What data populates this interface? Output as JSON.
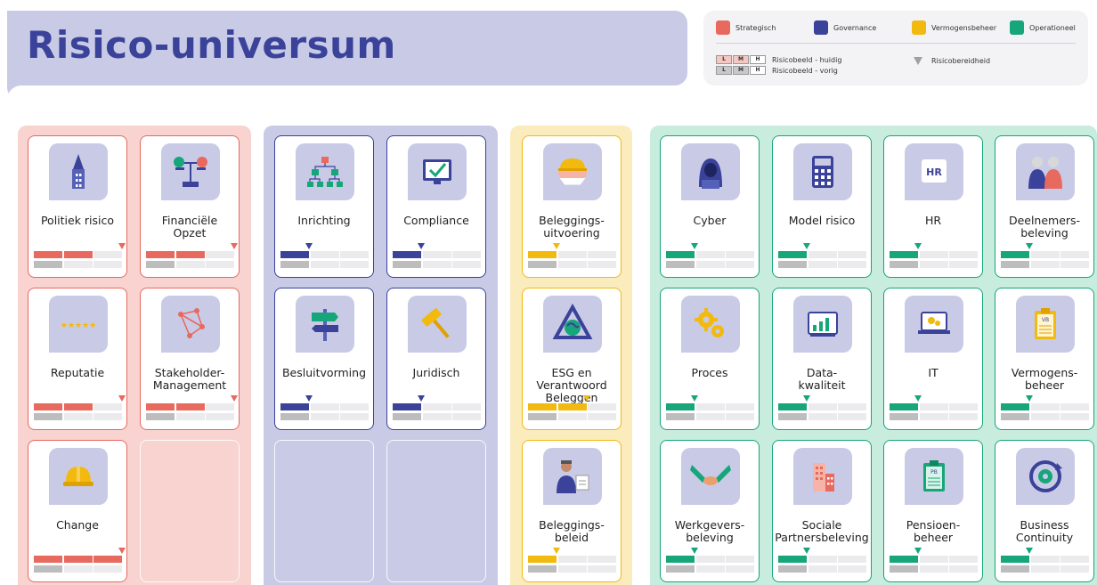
{
  "header": {
    "title": "Risico-universum"
  },
  "legend": {
    "categories": [
      {
        "label": "Strategisch",
        "color": "#e8695e"
      },
      {
        "label": "Governance",
        "color": "#3a429a"
      },
      {
        "label": "Vermogensbeheer",
        "color": "#f2b90f"
      },
      {
        "label": "Operationeel",
        "color": "#17a57a"
      }
    ],
    "levels": [
      "L",
      "M",
      "H"
    ],
    "current_label": "Risicobeeld - huidig",
    "previous_label": "Risicobeeld - vorig",
    "appetite_label": "Risicobereidheid"
  },
  "groups": [
    {
      "key": "strategisch",
      "color": "#e8695e",
      "bg": "#f8d3d0",
      "border": "#e8695e",
      "cards": [
        {
          "label": "Politiek risico",
          "icon": "church-tower-icon",
          "current": 2,
          "previous": 1,
          "appetite": 3
        },
        {
          "label": "Financiële\nOpzet",
          "icon": "balance-scale-icon",
          "current": 2,
          "previous": 1,
          "appetite": 3
        },
        {
          "label": "Reputatie",
          "icon": "five-stars-icon",
          "current": 2,
          "previous": 1,
          "appetite": 3
        },
        {
          "label": "Stakeholder-\nManagement",
          "icon": "network-nodes-icon",
          "current": 2,
          "previous": 1,
          "appetite": 3
        },
        {
          "label": "Change",
          "icon": "hard-hat-icon",
          "current": 3,
          "previous": 1,
          "appetite": 3
        }
      ]
    },
    {
      "key": "governance",
      "color": "#3a429a",
      "bg": "#c9cbe6",
      "border": "#3a429a",
      "cards": [
        {
          "label": "Inrichting",
          "icon": "org-chart-icon",
          "current": 1,
          "previous": 1,
          "appetite": 1
        },
        {
          "label": "Compliance",
          "icon": "checkmark-monitor-icon",
          "current": 1,
          "previous": 1,
          "appetite": 1
        },
        {
          "label": "Besluitvorming",
          "icon": "signpost-icon",
          "current": 1,
          "previous": 1,
          "appetite": 1
        },
        {
          "label": "Juridisch",
          "icon": "gavel-icon",
          "current": 1,
          "previous": 1,
          "appetite": 1
        }
      ]
    },
    {
      "key": "vermogensbeheer",
      "color": "#f2b90f",
      "bg": "#fbecbd",
      "border": "#f2b90f",
      "cards": [
        {
          "label": "Beleggings-\nuitvoering",
          "icon": "piggy-bank-icon",
          "current": 1,
          "previous": 1,
          "appetite": 1
        },
        {
          "label": "ESG en\nVerantwoord\nBeleggen",
          "icon": "recycle-globe-icon",
          "current": 2,
          "previous": 1,
          "appetite": 2
        },
        {
          "label": "Beleggings-\nbeleid",
          "icon": "presenter-person-icon",
          "current": 1,
          "previous": 1,
          "appetite": 1
        }
      ]
    },
    {
      "key": "operationeel",
      "color": "#17a57a",
      "bg": "#c8ecdd",
      "border": "#17a57a",
      "cards": [
        {
          "label": "Cyber",
          "icon": "hooded-hacker-icon",
          "current": 1,
          "previous": 1,
          "appetite": 1
        },
        {
          "label": "Model risico",
          "icon": "calculator-icon",
          "current": 1,
          "previous": 1,
          "appetite": 1
        },
        {
          "label": "HR",
          "icon": "hr-badge-icon",
          "current": 1,
          "previous": 1,
          "appetite": 1
        },
        {
          "label": "Deelnemers-\nbeleving",
          "icon": "people-meeting-icon",
          "current": 1,
          "previous": 1,
          "appetite": 1
        },
        {
          "label": "Proces",
          "icon": "gears-icon",
          "current": 1,
          "previous": 1,
          "appetite": 1
        },
        {
          "label": "Data-\nkwaliteit",
          "icon": "data-chart-icon",
          "current": 1,
          "previous": 1,
          "appetite": 1
        },
        {
          "label": "IT",
          "icon": "laptop-code-icon",
          "current": 1,
          "previous": 1,
          "appetite": 1
        },
        {
          "label": "Vermogens-\nbeheer",
          "icon": "clipboard-vb-icon",
          "current": 1,
          "previous": 1,
          "appetite": 1
        },
        {
          "label": "Werkgevers-\nbeleving",
          "icon": "handshake-icon",
          "current": 1,
          "previous": 1,
          "appetite": 1
        },
        {
          "label": "Sociale\nPartnersbeleving",
          "icon": "building-icon",
          "current": 1,
          "previous": 1,
          "appetite": 1
        },
        {
          "label": "Pensioen-\nbeheer",
          "icon": "clipboard-pb-icon",
          "current": 1,
          "previous": 1,
          "appetite": 1
        },
        {
          "label": "Business\nContinuity",
          "icon": "gear-cycle-icon",
          "current": 1,
          "previous": 1,
          "appetite": 1
        }
      ]
    }
  ]
}
